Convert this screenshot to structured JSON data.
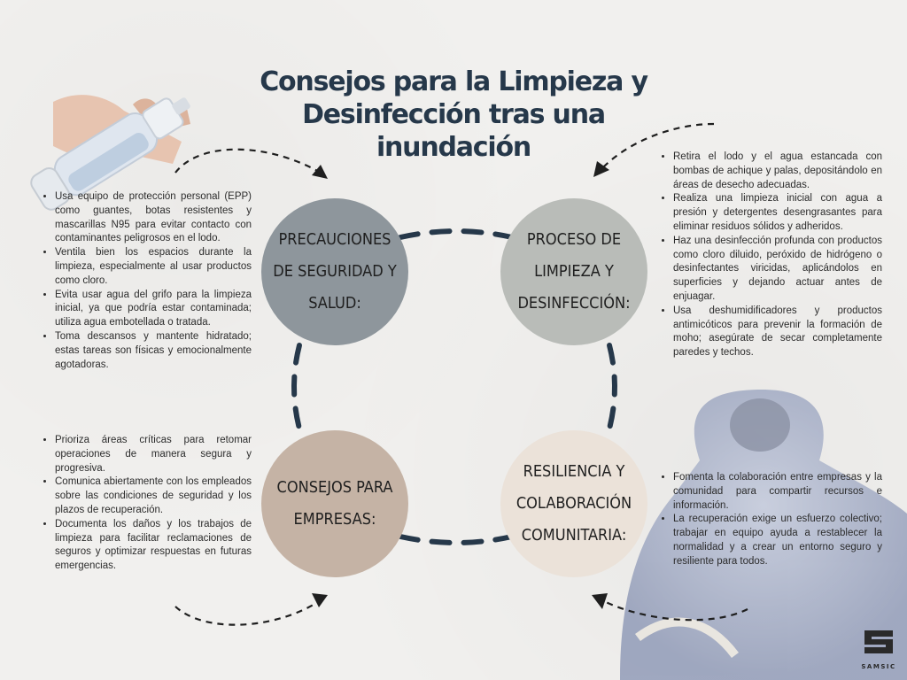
{
  "title": "Consejos para la Limpieza y Desinfección tras una inundación",
  "circles": {
    "security": {
      "lines": [
        "PRECAUCIONES",
        "DE SEGURIDAD Y",
        "SALUD:"
      ],
      "color": "#8e969c"
    },
    "process": {
      "lines": [
        "PROCESO DE",
        "LIMPIEZA Y",
        "DESINFECCIÓN:"
      ],
      "color": "#b9bcb8"
    },
    "business": {
      "lines": [
        "CONSEJOS PARA",
        "EMPRESAS:"
      ],
      "color": "#c5b3a5"
    },
    "resilience": {
      "lines": [
        "RESILIENCIA Y",
        "COLABORACIÓN",
        "COMUNITARIA:"
      ],
      "color": "#ebe2d9"
    }
  },
  "lists": {
    "security": [
      "Usa equipo de protección personal (EPP) como guantes, botas resistentes y mascarillas N95 para evitar contacto con contaminantes peligrosos en el lodo.",
      "Ventila bien los espacios durante la limpieza, especialmente al usar productos como cloro.",
      "Evita usar agua del grifo para la limpieza inicial, ya que podría estar contaminada; utiliza agua embotellada o tratada.",
      "Toma descansos y mantente hidratado; estas tareas son físicas y emocionalmente agotadoras."
    ],
    "process": [
      "Retira el lodo y el agua estancada con bombas de achique y palas, depositándolo en áreas de desecho adecuadas.",
      "Realiza una limpieza inicial con agua a presión y detergentes desengrasantes para eliminar residuos sólidos y adheridos.",
      "Haz una desinfección profunda con productos como cloro diluido, peróxido de hidrógeno o desinfectantes viricidas, aplicándolos en superficies y dejando actuar antes de enjuagar.",
      "Usa deshumidificadores y productos antimicóticos para prevenir la formación de moho; asegúrate de secar completamente paredes y techos."
    ],
    "business": [
      "Prioriza áreas críticas para retomar operaciones de manera segura y progresiva.",
      "Comunica abiertamente con los empleados sobre las condiciones de seguridad y los plazos de recuperación.",
      "Documenta los daños y los trabajos de limpieza para facilitar reclamaciones de seguros y optimizar respuestas en futuras emergencias."
    ],
    "resilience": [
      "Fomenta la colaboración entre empresas y la comunidad para compartir recursos e información.",
      "La recuperación exige un esfuerzo colectivo; trabajar en equipo ayuda a restablecer la normalidad y a crear un entorno seguro y resiliente para todos."
    ]
  },
  "logo": {
    "text": "SAMSIC",
    "icon": "samsic-logo-icon"
  },
  "images": {
    "top_left": "spray-bottle-hand-icon",
    "bottom_right": "protective-suit-worker-icon"
  },
  "colors": {
    "title": "#26384a",
    "dashes": "#26384a"
  }
}
